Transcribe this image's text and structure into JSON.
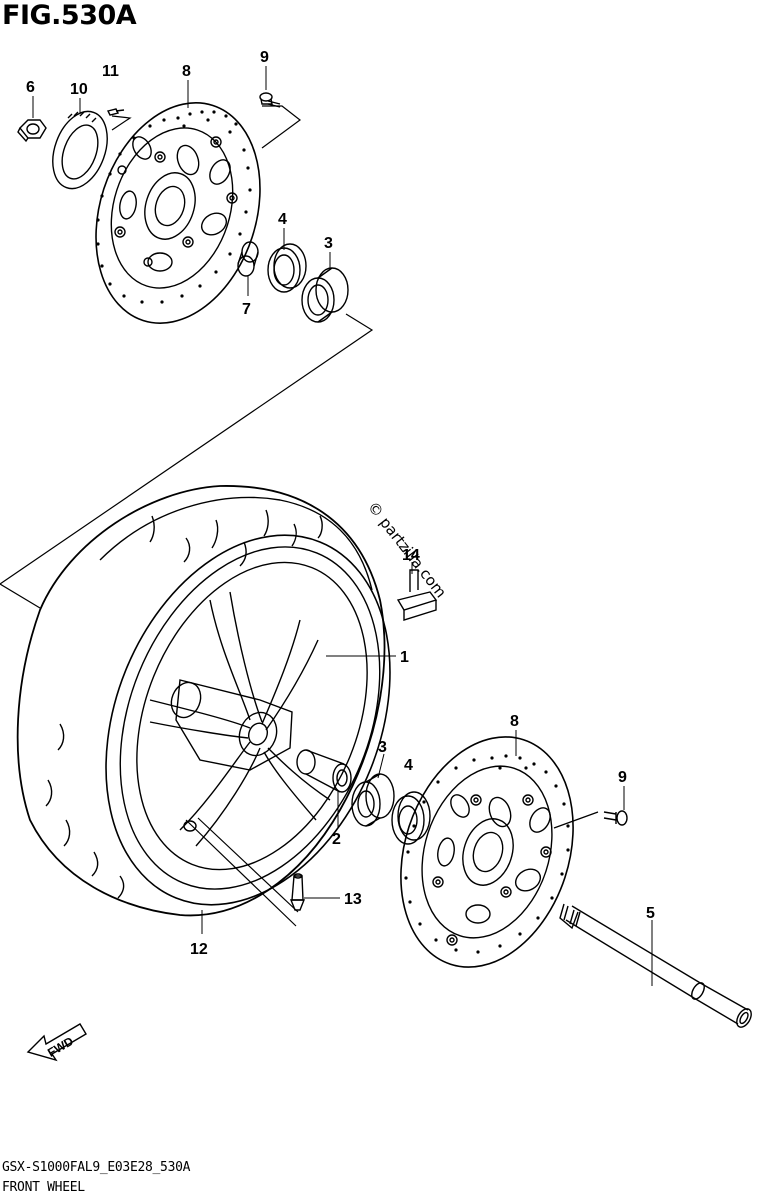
{
  "figure": {
    "title": "FIG.530A",
    "code": "GSX-S1000FAL9_E03E28_530A",
    "name": "FRONT WHEEL",
    "watermark": "© partzilla.com",
    "fwd_label": "FWD"
  },
  "callouts": {
    "c1": "1",
    "c2": "2",
    "c3a": "3",
    "c3b": "3",
    "c4a": "4",
    "c4b": "4",
    "c5": "5",
    "c6": "6",
    "c7": "7",
    "c8a": "8",
    "c8b": "8",
    "c9a": "9",
    "c9b": "9",
    "c10": "10",
    "c11": "11",
    "c12": "12",
    "c13": "13",
    "c14": "14"
  }
}
